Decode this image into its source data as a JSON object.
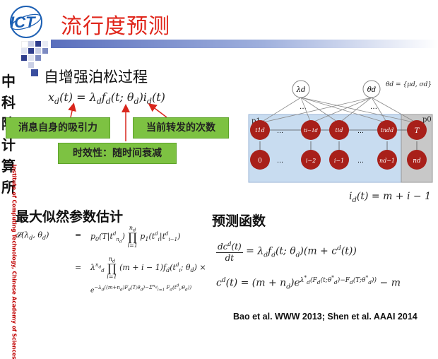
{
  "header": {
    "logo": "ICT",
    "title": "流行度预测"
  },
  "sidebar": {
    "institution_cn": [
      "中",
      "科",
      "院",
      "计",
      "算",
      "所"
    ],
    "institution_en": "Institute of Computing Technology, Chinese Academy of Sciences"
  },
  "section1": {
    "heading": "自增强泊松过程",
    "callouts": {
      "intrinsic": "消息自身的吸引力",
      "count": "当前转发的次数",
      "decay": "时效性：随时间衰减"
    },
    "formula_xd": "x_d(t) = λ_d f_d(t; θ_d) i_d(t)"
  },
  "diagram": {
    "params": {
      "lambda": "λd",
      "theta": "θd",
      "theta_def": "θd = {μd, σd}"
    },
    "plates": {
      "p1": "p1",
      "p0": "p0"
    },
    "top_nodes": [
      "t1d",
      "ti−1d",
      "tid",
      "tndd",
      "T"
    ],
    "bottom_nodes": [
      "0",
      "i−2",
      "i−1",
      "nd−1",
      "nd"
    ],
    "ellipsis": "…",
    "formula_id": "i_d(t) = m + i − 1",
    "colors": {
      "node": "#a8201a",
      "plate": "#c8dcf0",
      "plate2": "#c8c8c8"
    }
  },
  "section2": {
    "heading": "最大似然参数估计",
    "likelihood_label": "L(λd, θd)"
  },
  "section3": {
    "heading": "预测函数"
  },
  "citation": "Bao et al. WWW 2013; Shen et al. AAAI 2014"
}
